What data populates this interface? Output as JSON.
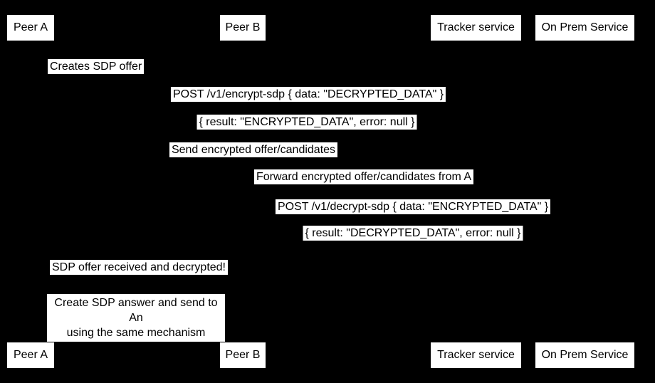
{
  "colors": {
    "background": "#000000",
    "label_background": "#ffffff",
    "label_text": "#000000",
    "line": "#000000"
  },
  "actors": [
    {
      "label": "Peer A"
    },
    {
      "label": "Peer B"
    },
    {
      "label": "Tracker service"
    },
    {
      "label": "On Prem Service"
    }
  ],
  "messages": [
    {
      "label": "Creates SDP offer",
      "from": "Peer A",
      "to": "Peer A",
      "kind": "self"
    },
    {
      "label": "POST /v1/encrypt-sdp { data: \"DECRYPTED_DATA\" }",
      "from": "Peer A",
      "to": "On Prem Service",
      "kind": "request"
    },
    {
      "label": "{ result: \"ENCRYPTED_DATA\", error: null }",
      "from": "On Prem Service",
      "to": "Peer A",
      "kind": "reply"
    },
    {
      "label": "Send encrypted offer/candidates",
      "from": "Peer A",
      "to": "Tracker service",
      "kind": "request"
    },
    {
      "label": "Forward encrypted offer/candidates from A",
      "from": "Tracker service",
      "to": "Peer B",
      "kind": "request"
    },
    {
      "label": "POST /v1/decrypt-sdp { data: \"ENCRYPTED_DATA\" }",
      "from": "Peer B",
      "to": "On Prem Service",
      "kind": "request"
    },
    {
      "label": "{ result: \"DECRYPTED_DATA\", error: null }",
      "from": "On Prem Service",
      "to": "Peer B",
      "kind": "reply"
    },
    {
      "label": "SDP offer received and decrypted!",
      "from": "Peer B",
      "to": "Peer A",
      "kind": "message"
    }
  ],
  "note": {
    "line1": "Create SDP answer and send to An",
    "line2": "using the same mechanism",
    "over": "Peer A, Peer B"
  }
}
